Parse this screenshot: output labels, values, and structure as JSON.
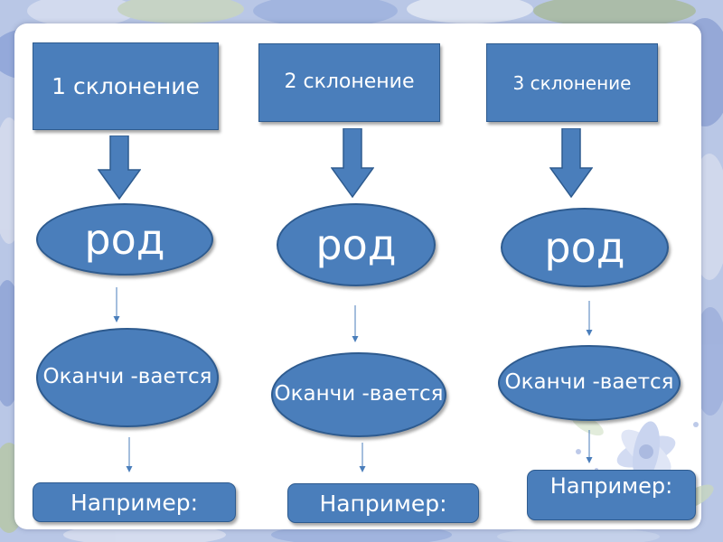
{
  "colors": {
    "shape_fill": "#4a7ebb",
    "shape_border": "#2e5b8f",
    "text": "#ffffff",
    "card": "#ffffff"
  },
  "columns": [
    {
      "declension": "1 склонение",
      "gender": "род",
      "ending": "Оканчи -вается",
      "example": "Например:"
    },
    {
      "declension": "2 склонение",
      "gender": "род",
      "ending": "Оканчи -вается",
      "example": "Например:"
    },
    {
      "declension": "3 склонение",
      "gender": "род",
      "ending": "Оканчи -вается",
      "example": "Например:"
    }
  ]
}
